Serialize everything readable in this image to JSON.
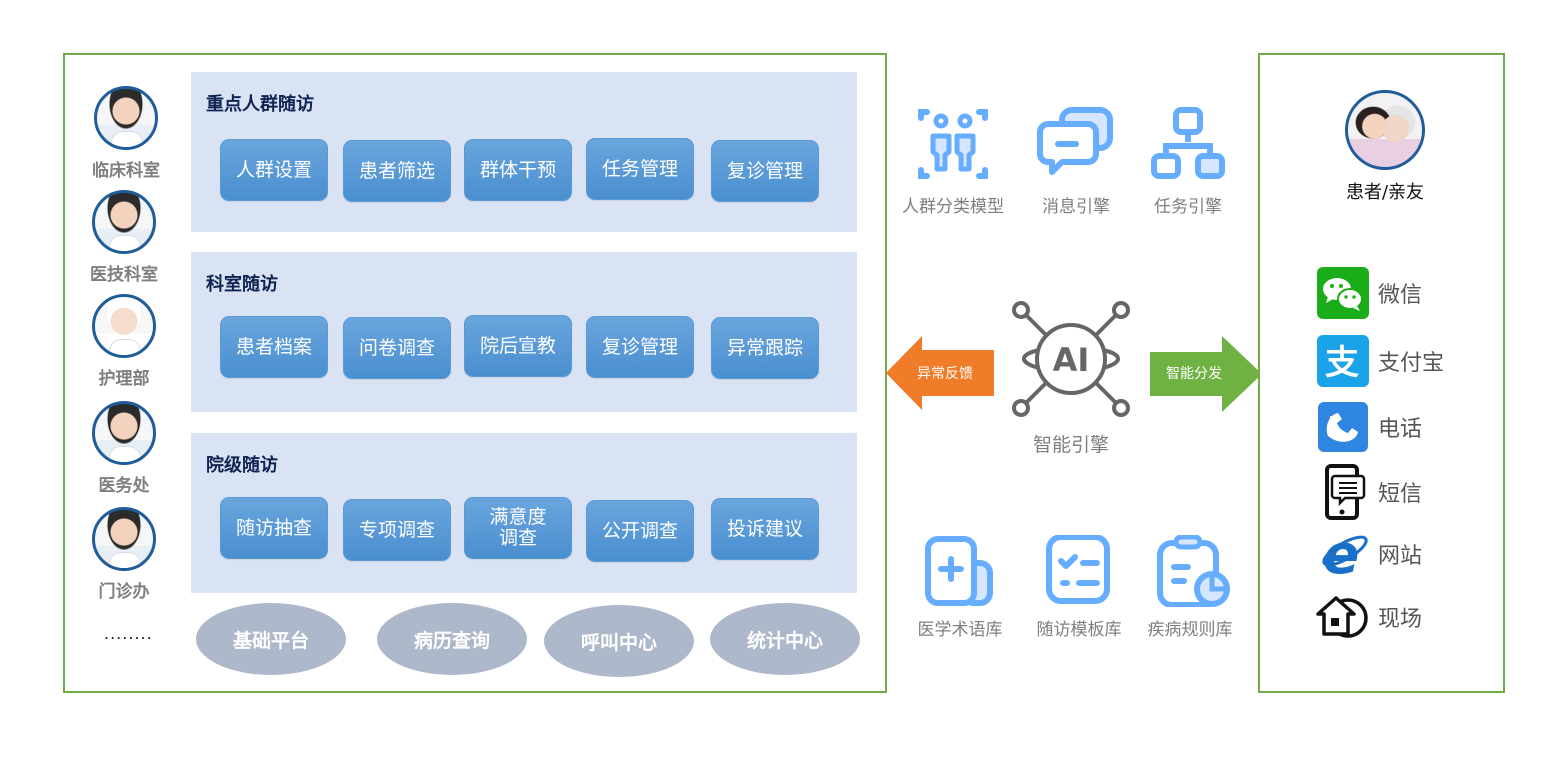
{
  "staff": [
    {
      "label": "临床科室",
      "icon": "doctor-avatar"
    },
    {
      "label": "医技科室",
      "icon": "doctor-avatar"
    },
    {
      "label": "护理部",
      "icon": "nurse-avatar"
    },
    {
      "label": "医务处",
      "icon": "doctor-avatar"
    },
    {
      "label": "门诊办",
      "icon": "doctor-avatar"
    }
  ],
  "staff_more": "........",
  "sections": [
    {
      "title": "重点人群随访",
      "buttons": [
        "人群设置",
        "患者筛选",
        "群体干预",
        "任务管理",
        "复诊管理"
      ]
    },
    {
      "title": "科室随访",
      "buttons": [
        "患者档案",
        "问卷调查",
        "院后宣教",
        "复诊管理",
        "异常跟踪"
      ]
    },
    {
      "title": "院级随访",
      "buttons": [
        "随访抽查",
        "专项调查",
        "满意度\n调查",
        "公开调查",
        "投诉建议"
      ]
    }
  ],
  "platform": [
    "基础平台",
    "病历查询",
    "呼叫中心",
    "统计中心"
  ],
  "engines_top": [
    {
      "label": "人群分类模型",
      "icon": "people-scan-icon"
    },
    {
      "label": "消息引擎",
      "icon": "chat-bubbles-icon"
    },
    {
      "label": "任务引擎",
      "icon": "hierarchy-icon"
    }
  ],
  "ai_engine": {
    "label": "智能引擎",
    "icon_text": "AI"
  },
  "arrows": {
    "left": "异常反馈",
    "right": "智能分发",
    "left_color": "#f07c2a",
    "right_color": "#6fb142"
  },
  "libraries": [
    {
      "label": "医学术语库",
      "icon": "medical-doc-icon"
    },
    {
      "label": "随访模板库",
      "icon": "checklist-icon"
    },
    {
      "label": "疾病规则库",
      "icon": "clipboard-chart-icon"
    }
  ],
  "patient": {
    "label": "患者/亲友"
  },
  "channels": [
    {
      "label": "微信",
      "icon": "wechat-icon"
    },
    {
      "label": "支付宝",
      "icon": "alipay-icon"
    },
    {
      "label": "电话",
      "icon": "phone-icon"
    },
    {
      "label": "短信",
      "icon": "sms-icon"
    },
    {
      "label": "网站",
      "icon": "ie-icon"
    },
    {
      "label": "现场",
      "icon": "onsite-icon"
    }
  ],
  "colors": {
    "frame": "#70ad47",
    "section_bg": "#dae3f3",
    "button": "#5b9bd5",
    "pill": "#adb9ca",
    "icon_blue": "#66adff"
  }
}
